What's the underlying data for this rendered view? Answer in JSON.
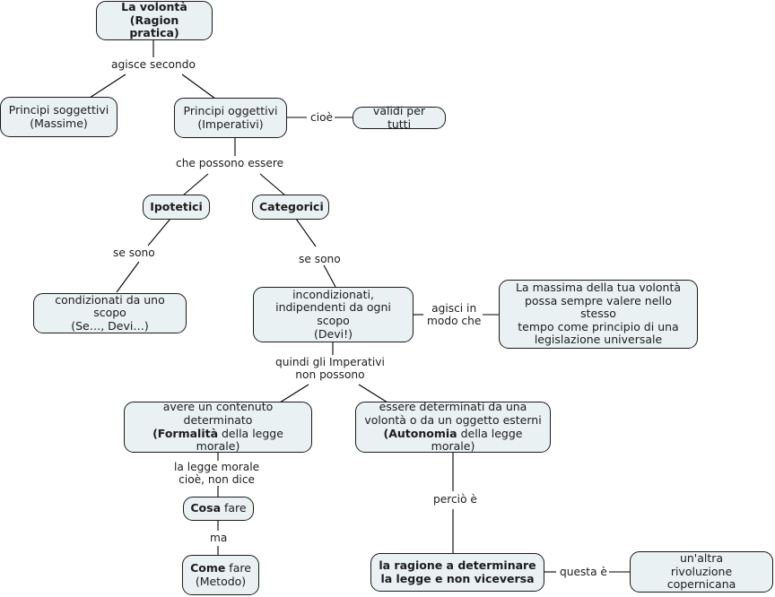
{
  "title": "La volontà (Ragion pratica) — mappa concettuale su Kant",
  "style": {
    "node_fill": "#e9f1f3",
    "node_border": "#1a1a1a",
    "text_color": "#1c1c1c",
    "edge_color": "#000000",
    "background": "#ffffff"
  },
  "nodes": [
    {
      "id": "volonta",
      "text": "La volontà\n(Ragion pratica)"
    },
    {
      "id": "soggettivi",
      "text": "Principi soggettivi\n(Massime)"
    },
    {
      "id": "oggettivi",
      "text": "Principi oggettivi\n(Imperativi)"
    },
    {
      "id": "validi",
      "text": "validi per tutti"
    },
    {
      "id": "ipotetici",
      "text": "Ipotetici"
    },
    {
      "id": "categorici",
      "text": "Categorici"
    },
    {
      "id": "condizionati",
      "text": "condizionati da uno scopo\n(Se…, Devi…)"
    },
    {
      "id": "incondizionati",
      "text": "incondizionati,\nindipendenti da ogni scopo\n(Devi!)"
    },
    {
      "id": "massima",
      "text": "La massima della tua volontà possa sempre valere nello stesso tempo come principio di una legislazione universale"
    },
    {
      "id": "formalita_l1",
      "text": "avere un contenuto"
    },
    {
      "id": "formalita_l2",
      "text": "determinato"
    },
    {
      "id": "formalita_b",
      "text": "(Formalità"
    },
    {
      "id": "formalita_r",
      " text": "della legge morale)"
    },
    {
      "id": "autonomia_l1",
      "text": "essere determinati da una"
    },
    {
      "id": "autonomia_l2",
      "text": "volontà o da un oggetto esterni"
    },
    {
      "id": "autonomia_b",
      "text": "(Autonomia"
    },
    {
      "id": "autonomia_r",
      "text": "della legge morale)"
    },
    {
      "id": "cosa_b",
      "text": "Cosa"
    },
    {
      "id": "cosa_r",
      "text": "fare"
    },
    {
      "id": "come_b",
      "text": "Come"
    },
    {
      "id": "come_r",
      "text": "fare"
    },
    {
      "id": "come_l2",
      "text": "(Metodo)"
    },
    {
      "id": "ragione",
      "text": "la ragione a determinare la legge e non viceversa"
    },
    {
      "id": "copernicana",
      "text": "un'altra\nrivoluzione copernicana"
    }
  ],
  "node_text": {
    "volonta_line1": "La volontà",
    "volonta_line2": "(Ragion pratica)",
    "soggettivi_line1": "Principi soggettivi",
    "soggettivi_line2": "(Massime)",
    "oggettivi_line1": "Principi oggettivi",
    "oggettivi_line2": "(Imperativi)",
    "validi": "validi per tutti",
    "ipotetici": "Ipotetici",
    "categorici": "Categorici",
    "condizionati_line1": "condizionati da uno scopo",
    "condizionati_line2": "(Se…, Devi…)",
    "incondizionati_line1": "incondizionati,",
    "incondizionati_line2": "indipendenti da ogni scopo",
    "incondizionati_line3": "(Devi!)",
    "massima_line1": "La massima della tua volontà",
    "massima_line2": "possa sempre valere nello stesso",
    "massima_line3": "tempo come principio di una",
    "massima_line4": "legislazione universale",
    "formalita_line1": "avere un contenuto",
    "formalita_line2": "determinato",
    "formalita_line3_bold": "(Formalità",
    "formalita_line3_rest": " della legge morale)",
    "autonomia_line1": "essere determinati da una",
    "autonomia_line2": "volontà o da un oggetto esterni",
    "autonomia_line3_bold": "(Autonomia",
    "autonomia_line3_rest": " della legge morale)",
    "cosa_bold": "Cosa",
    "cosa_rest": " fare",
    "come_bold": "Come",
    "come_rest": " fare",
    "come_line2": "(Metodo)",
    "ragione_line1": "la ragione a determinare",
    "ragione_line2": "la legge e non viceversa",
    "copernicana_line1": "un'altra",
    "copernicana_line2": "rivoluzione copernicana"
  },
  "link_labels": {
    "agisce_secondo": "agisce secondo",
    "cioe": "cioè",
    "che_possono_essere": "che possono essere",
    "se_sono_left": "se sono",
    "se_sono_right": "se sono",
    "agisci_in_line1": "agisci in",
    "agisci_in_line2": "modo che",
    "quindi_line1": "quindi gli Imperativi",
    "quindi_line2": "non possono",
    "la_legge_line1": "la legge morale",
    "la_legge_line2": "cioè, non dice",
    "ma": "ma",
    "percio_e": "perciò è",
    "questa_e": "questa è"
  }
}
